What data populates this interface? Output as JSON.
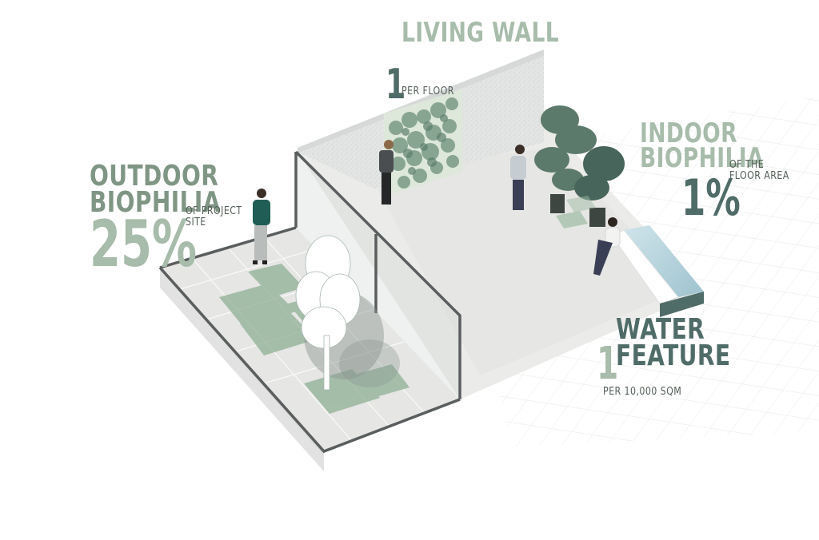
{
  "outdoor": {
    "title_line1": "OUTDOOR",
    "title_line2": "BIOPHILIA",
    "value": "25%",
    "caption_line1": "OF PROJECT",
    "caption_line2": "SITE"
  },
  "living_wall": {
    "number": "1",
    "title": "LIVING WALL",
    "caption": "PER FLOOR"
  },
  "indoor": {
    "title_line1": "INDOOR",
    "title_line2": "BIOPHILIA",
    "value": "1%",
    "caption_line1": "OF THE",
    "caption_line2": "FLOOR AREA"
  },
  "water": {
    "number": "1",
    "title_line1": "WATER",
    "title_line2": "FEATURE",
    "caption": "PER 10,000 SQM"
  },
  "colors": {
    "sage": "#a7bcaa",
    "teal_dark": "#4f6c68",
    "water": "#b9d6df",
    "grass": "#7fa387",
    "frame": "#5a5e5e"
  }
}
